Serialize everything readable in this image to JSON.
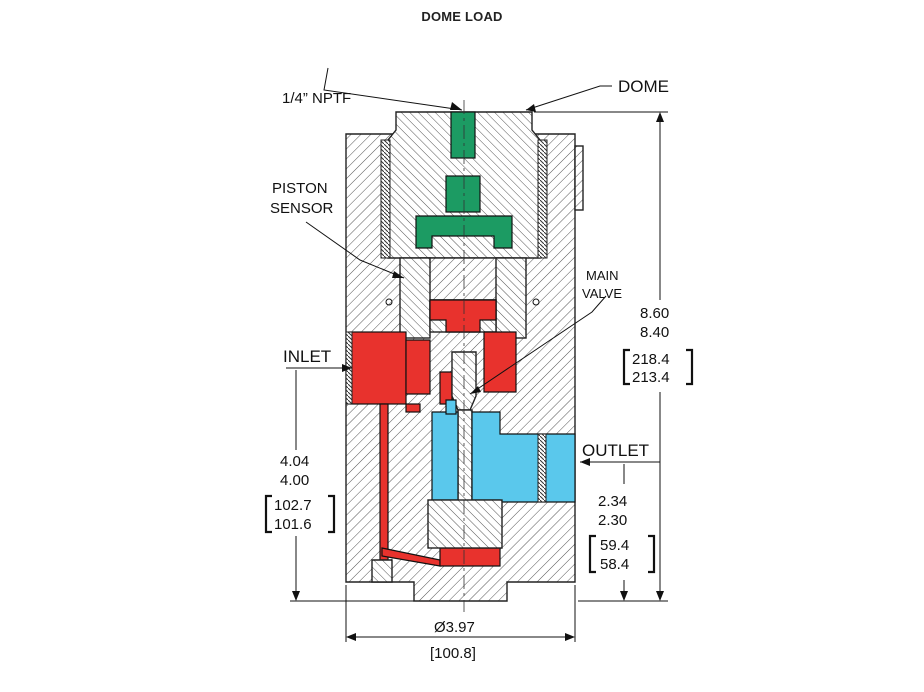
{
  "title": "DOME LOAD",
  "labels": {
    "port": "1/4” NPTF",
    "dome": "DOME",
    "piston_1": "PISTON",
    "piston_2": "SENSOR",
    "main_1": "MAIN",
    "main_2": "VALVE",
    "inlet": "INLET",
    "outlet": "OUTLET"
  },
  "dimensions": {
    "height": {
      "max": "8.60",
      "min": "8.40",
      "mm_max": "218.4",
      "mm_min": "213.4"
    },
    "inlet_height": {
      "max": "4.04",
      "min": "4.00",
      "mm_max": "102.7",
      "mm_min": "101.6"
    },
    "outlet_height": {
      "max": "2.34",
      "min": "2.30",
      "mm_max": "59.4",
      "mm_min": "58.4"
    },
    "diameter": {
      "value": "Ø3.97",
      "mm": "[100.8]"
    }
  },
  "colors": {
    "dome_fluid": "#1c9b63",
    "inlet_fluid": "#e8322d",
    "outlet_fluid": "#5ac8ec",
    "hatch": "#444444"
  }
}
